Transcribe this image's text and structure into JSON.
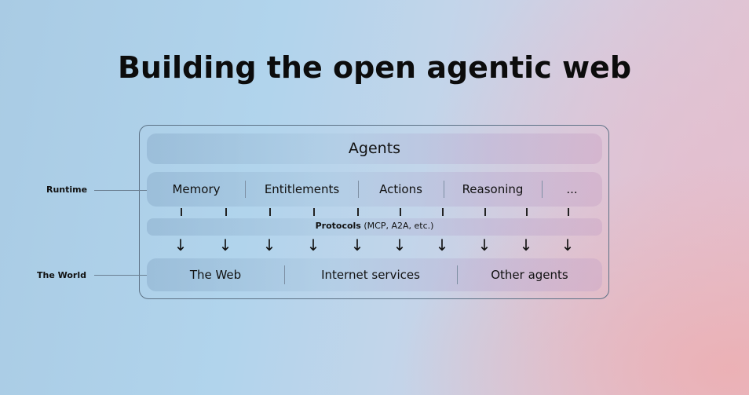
{
  "title": "Building the open agentic web",
  "layers": {
    "agents": "Agents",
    "runtime": {
      "label": "Runtime",
      "items": [
        "Memory",
        "Entitlements",
        "Actions",
        "Reasoning",
        "..."
      ]
    },
    "protocols": {
      "bold": "Protocols",
      "detail": " (MCP, A2A, etc.)"
    },
    "world": {
      "label": "The World",
      "items": [
        "The Web",
        "Internet services",
        "Other agents"
      ]
    }
  },
  "connectors": {
    "tick_count": 10,
    "arrow_glyph": "↓"
  }
}
